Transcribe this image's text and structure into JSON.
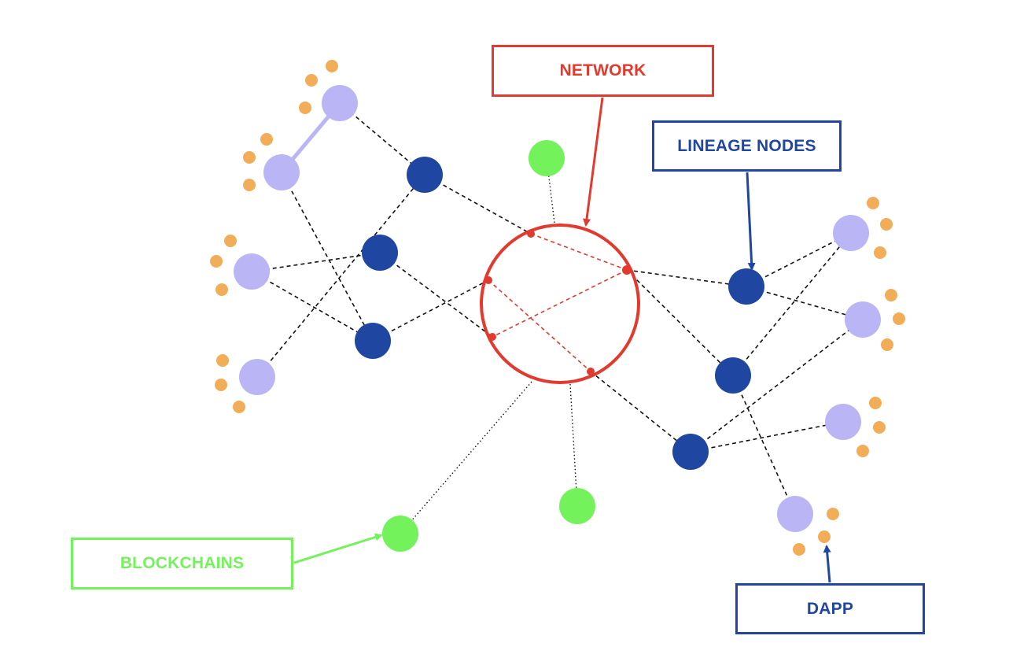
{
  "labels": {
    "network": "NETWORK",
    "lineage_nodes": "LINEAGE NODES",
    "blockchains": "BLOCKCHAINS",
    "dapp": "DAPP"
  },
  "colors": {
    "network": "#e23a2e",
    "lineage_node": "#1f47a1",
    "dapp_node": "#bab5f5",
    "blockchain": "#74f25c",
    "user_dot": "#f2ad58",
    "edge": "#111111"
  }
}
